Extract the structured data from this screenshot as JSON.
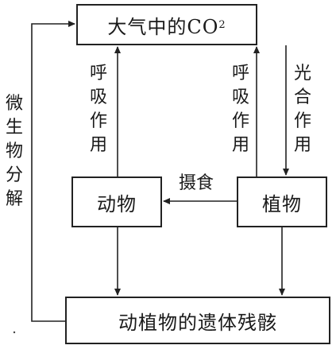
{
  "boxes": {
    "co2_prefix": "大气中的CO",
    "co2_sub": "2",
    "animal": "动物",
    "plant": "植物",
    "remains": "动植物的遗体残骸"
  },
  "labels": {
    "respiration_animal": "呼吸作用",
    "respiration_plant": "呼吸作用",
    "photosynthesis": "光合作用",
    "ingestion": "摄食",
    "decomposition": "微生物分解"
  },
  "colors": {
    "stroke": "#222222"
  }
}
